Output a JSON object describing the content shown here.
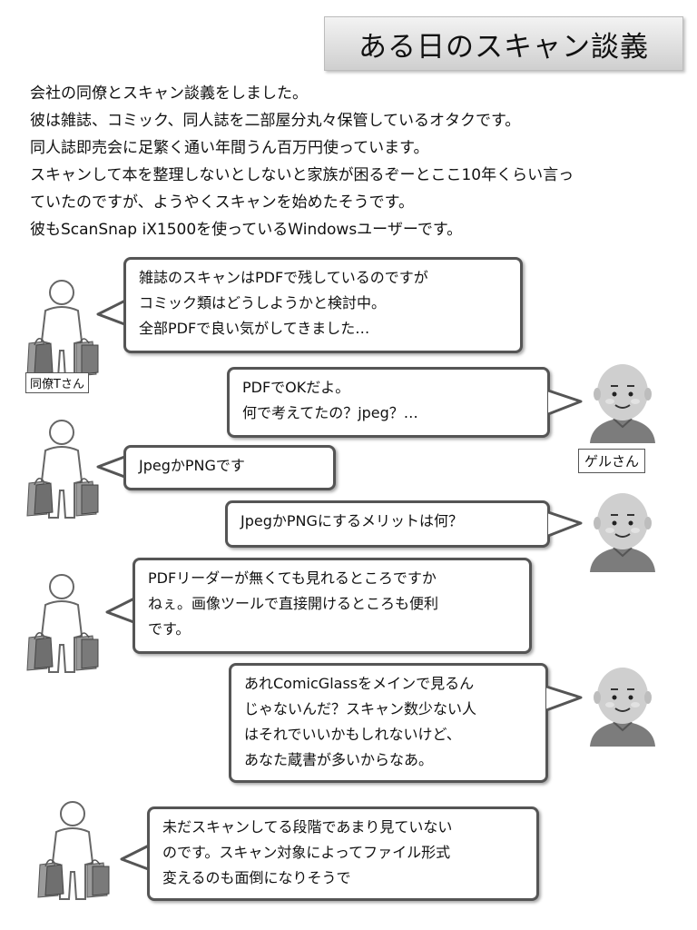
{
  "title": "ある日のスキャン談義",
  "intro": [
    "会社の同僚とスキャン談義をしました。",
    "彼は雑誌、コミック、同人誌を二部屋分丸々保管しているオタクです。",
    "同人誌即売会に足繁く通い年間うん百万円使っています。",
    "スキャンして本を整理しないとしないと家族が困るぞーとここ10年くらい言っ",
    "ていたのですが、ようやくスキャンを始めたそうです。",
    "彼もScanSnap iX1500を使っているWindowsユーザーです。"
  ],
  "labels": {
    "colleague": "同僚Tさん",
    "gel": "ゲルさん"
  },
  "bubbles": [
    {
      "speaker": "colleague",
      "lines": [
        "雑誌のスキャンはPDFで残しているのですが",
        "コミック類はどうしようかと検討中。",
        "全部PDFで良い気がしてきました…"
      ]
    },
    {
      "speaker": "gel",
      "lines": [
        "PDFでOKだよ。",
        "何で考えてたの？jpeg？…"
      ]
    },
    {
      "speaker": "colleague",
      "lines": [
        "JpegかPNGです"
      ]
    },
    {
      "speaker": "gel",
      "lines": [
        "JpegかPNGにするメリットは何？"
      ]
    },
    {
      "speaker": "colleague",
      "lines": [
        "PDFリーダーが無くても見れるところですか",
        "ねぇ。画像ツールで直接開けるところも便利",
        "です。"
      ]
    },
    {
      "speaker": "gel",
      "lines": [
        "あれComicGlassをメインで見るん",
        "じゃないんだ？スキャン数少ない人",
        "はそれでいいかもしれないけど、",
        "あなた蔵書が多いからなあ。"
      ]
    },
    {
      "speaker": "colleague",
      "lines": [
        "未だスキャンしてる段階であまり見ていない",
        "のです。スキャン対象によってファイル形式",
        "変えるのも面倒になりそうで"
      ]
    }
  ]
}
